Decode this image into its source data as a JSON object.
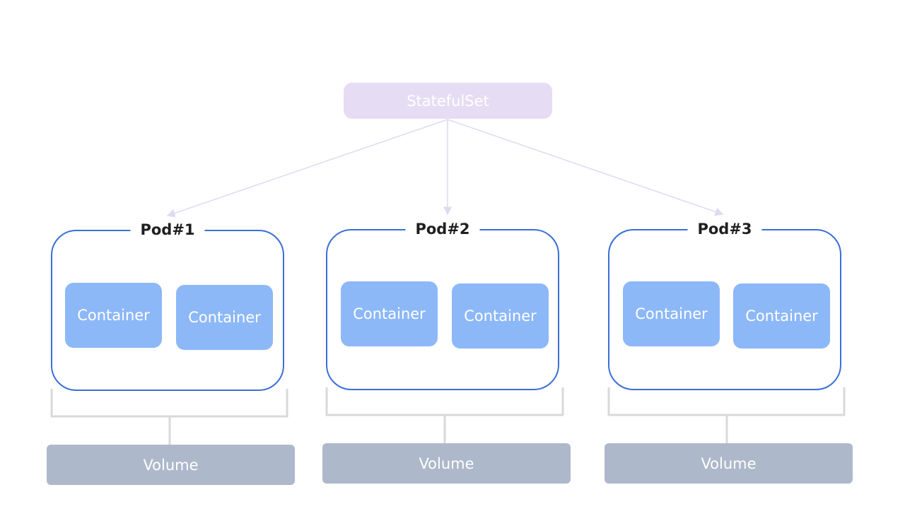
{
  "statefulset": {
    "label": "StatefulSet"
  },
  "pods": [
    {
      "label": "Pod#1",
      "containers": [
        "Container",
        "Container"
      ],
      "volume": "Volume"
    },
    {
      "label": "Pod#2",
      "containers": [
        "Container",
        "Container"
      ],
      "volume": "Volume"
    },
    {
      "label": "Pod#3",
      "containers": [
        "Container",
        "Container"
      ],
      "volume": "Volume"
    }
  ],
  "colors": {
    "statefulset_fill": "#e6dcf3",
    "pod_border": "#3a6fd8",
    "container_fill": "#8db8f8",
    "volume_fill": "#aeb8cb",
    "connector": "#dcdcf0",
    "bracket": "#d9d9d9"
  }
}
